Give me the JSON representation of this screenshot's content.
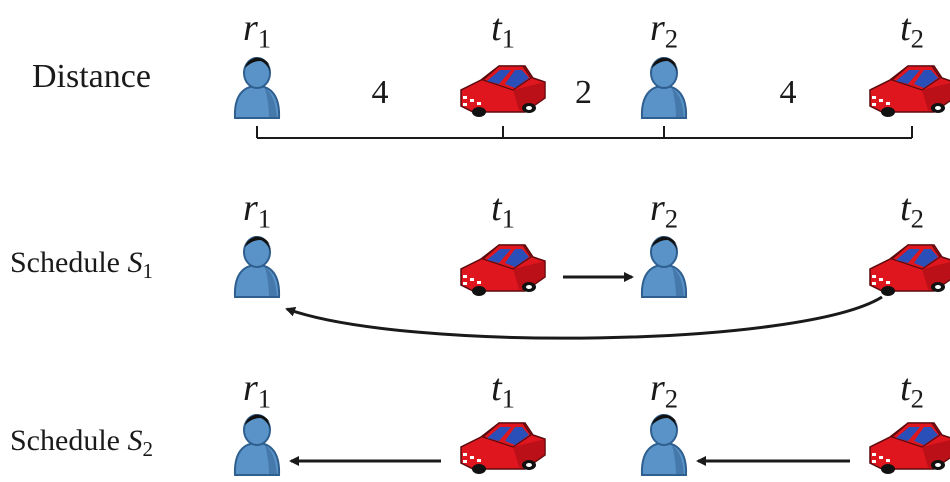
{
  "rows": {
    "distance": {
      "label": "Distance"
    },
    "schedule1": {
      "label_text": "Schedule ",
      "label_symbol": "S",
      "label_subscript": "1"
    },
    "schedule2": {
      "label_text": "Schedule ",
      "label_symbol": "S",
      "label_subscript": "2"
    }
  },
  "nodes": [
    {
      "id": "r1",
      "kind": "requester",
      "symbol": "r",
      "subscript": "1"
    },
    {
      "id": "t1",
      "kind": "taxi",
      "symbol": "t",
      "subscript": "1"
    },
    {
      "id": "r2",
      "kind": "requester",
      "symbol": "r",
      "subscript": "2"
    },
    {
      "id": "t2",
      "kind": "taxi",
      "symbol": "t",
      "subscript": "2"
    }
  ],
  "distances": [
    {
      "from": "r1",
      "to": "t1",
      "value": "4"
    },
    {
      "from": "t1",
      "to": "r2",
      "value": "2"
    },
    {
      "from": "r2",
      "to": "t2",
      "value": "4"
    }
  ],
  "schedule1_arrows": [
    {
      "from": "t1",
      "to": "r2"
    },
    {
      "from": "t2",
      "to": "r1"
    }
  ],
  "schedule2_arrows": [
    {
      "from": "t1",
      "to": "r1"
    },
    {
      "from": "t2",
      "to": "r2"
    }
  ],
  "colors": {
    "person_body": "#5a93c8",
    "person_shade": "#2f5f8f",
    "person_hair": "#111111",
    "car_body": "#e0161f",
    "car_shade": "#9e0c12",
    "car_glass": "#2b4fb8",
    "line": "#1a1a1a"
  }
}
